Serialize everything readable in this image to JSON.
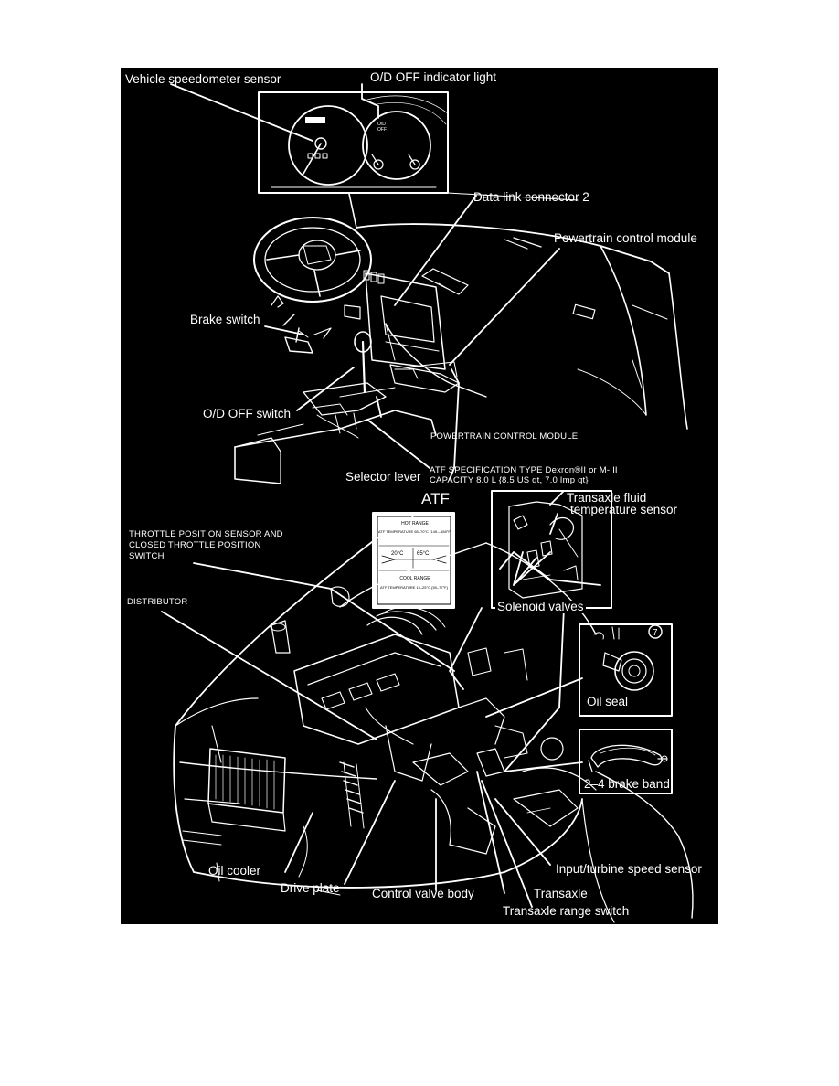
{
  "labels": {
    "vehicle_speedometer_sensor": "Vehicle speedometer sensor",
    "od_off_indicator_light": "O/D OFF indicator light",
    "data_link_connector_2": "Data link connector 2",
    "powertrain_control_module": "Powertrain control module",
    "brake_switch": "Brake switch",
    "od_off_switch": "O/D OFF switch",
    "powertrain_control_module_caps": "POWERTRAIN CONTROL MODULE",
    "selector_lever": "Selector lever",
    "atf_spec_line1": "ATF SPECIFICATION TYPE Dexron®II or M-III",
    "atf_spec_line2": "CAPACITY 8.0 L {8.5 US qt, 7.0 Imp qt}",
    "atf": "ATF",
    "transaxle_fluid_line1": "Transaxle fluid",
    "transaxle_fluid_line2": "temperature sensor",
    "tps_line1": "THROTTLE POSITION SENSOR AND",
    "tps_line2": "CLOSED THROTTLE POSITION",
    "tps_line3": "SWITCH",
    "solenoid_valves": "Solenoid valves",
    "distributor": "DISTRIBUTOR",
    "oil_seal": "Oil seal",
    "brake_band": "2–4 brake band",
    "oil_cooler": "Oil cooler",
    "drive_plate": "Drive plate",
    "control_valve_body": "Control valve body",
    "transaxle": "Transaxle",
    "input_turbine_speed_sensor": "Input/turbine speed sensor",
    "transaxle_range_switch": "Transaxle range switch"
  },
  "dipstick": {
    "hot_range": "HOT RANGE",
    "hot_temp": "ATF TEMPERATURE 65–70°C {149—158°F}",
    "mark1": "20°C",
    "mark2": "65°C",
    "cool_range": "COOL RANGE",
    "cool_temp": "ATF TEMPERATURE 15–25°C {59–77°F}"
  },
  "cluster": {
    "od_text": "O/D\nOFF"
  },
  "callout_number": "7"
}
